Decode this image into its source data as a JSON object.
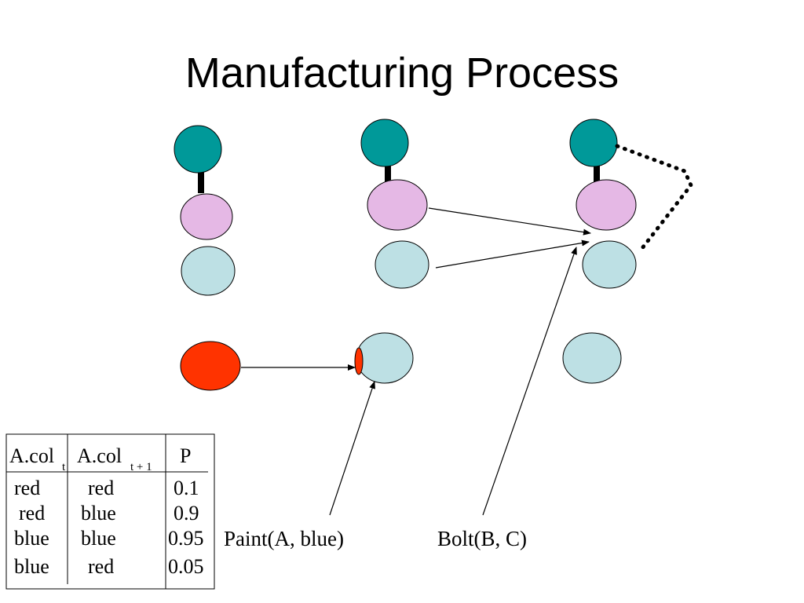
{
  "title": "Manufacturing Process",
  "colors": {
    "teal": "#009999",
    "pink": "#E5B8E5",
    "light_blue": "#BDE0E4",
    "red": "#FF3300"
  },
  "table": {
    "headers": [
      {
        "main": "A.col",
        "sub": "t"
      },
      {
        "main": "A.col",
        "sub": "t + 1"
      },
      {
        "main": "P",
        "sub": ""
      }
    ],
    "rows": [
      [
        "red",
        "red",
        "0.1"
      ],
      [
        "red",
        "blue",
        "0.9"
      ],
      [
        "blue",
        "blue",
        "0.95"
      ],
      [
        "blue",
        "red",
        "0.05"
      ]
    ]
  },
  "actions": {
    "paint": "Paint(A, blue)",
    "bolt": "Bolt(B, C)"
  }
}
